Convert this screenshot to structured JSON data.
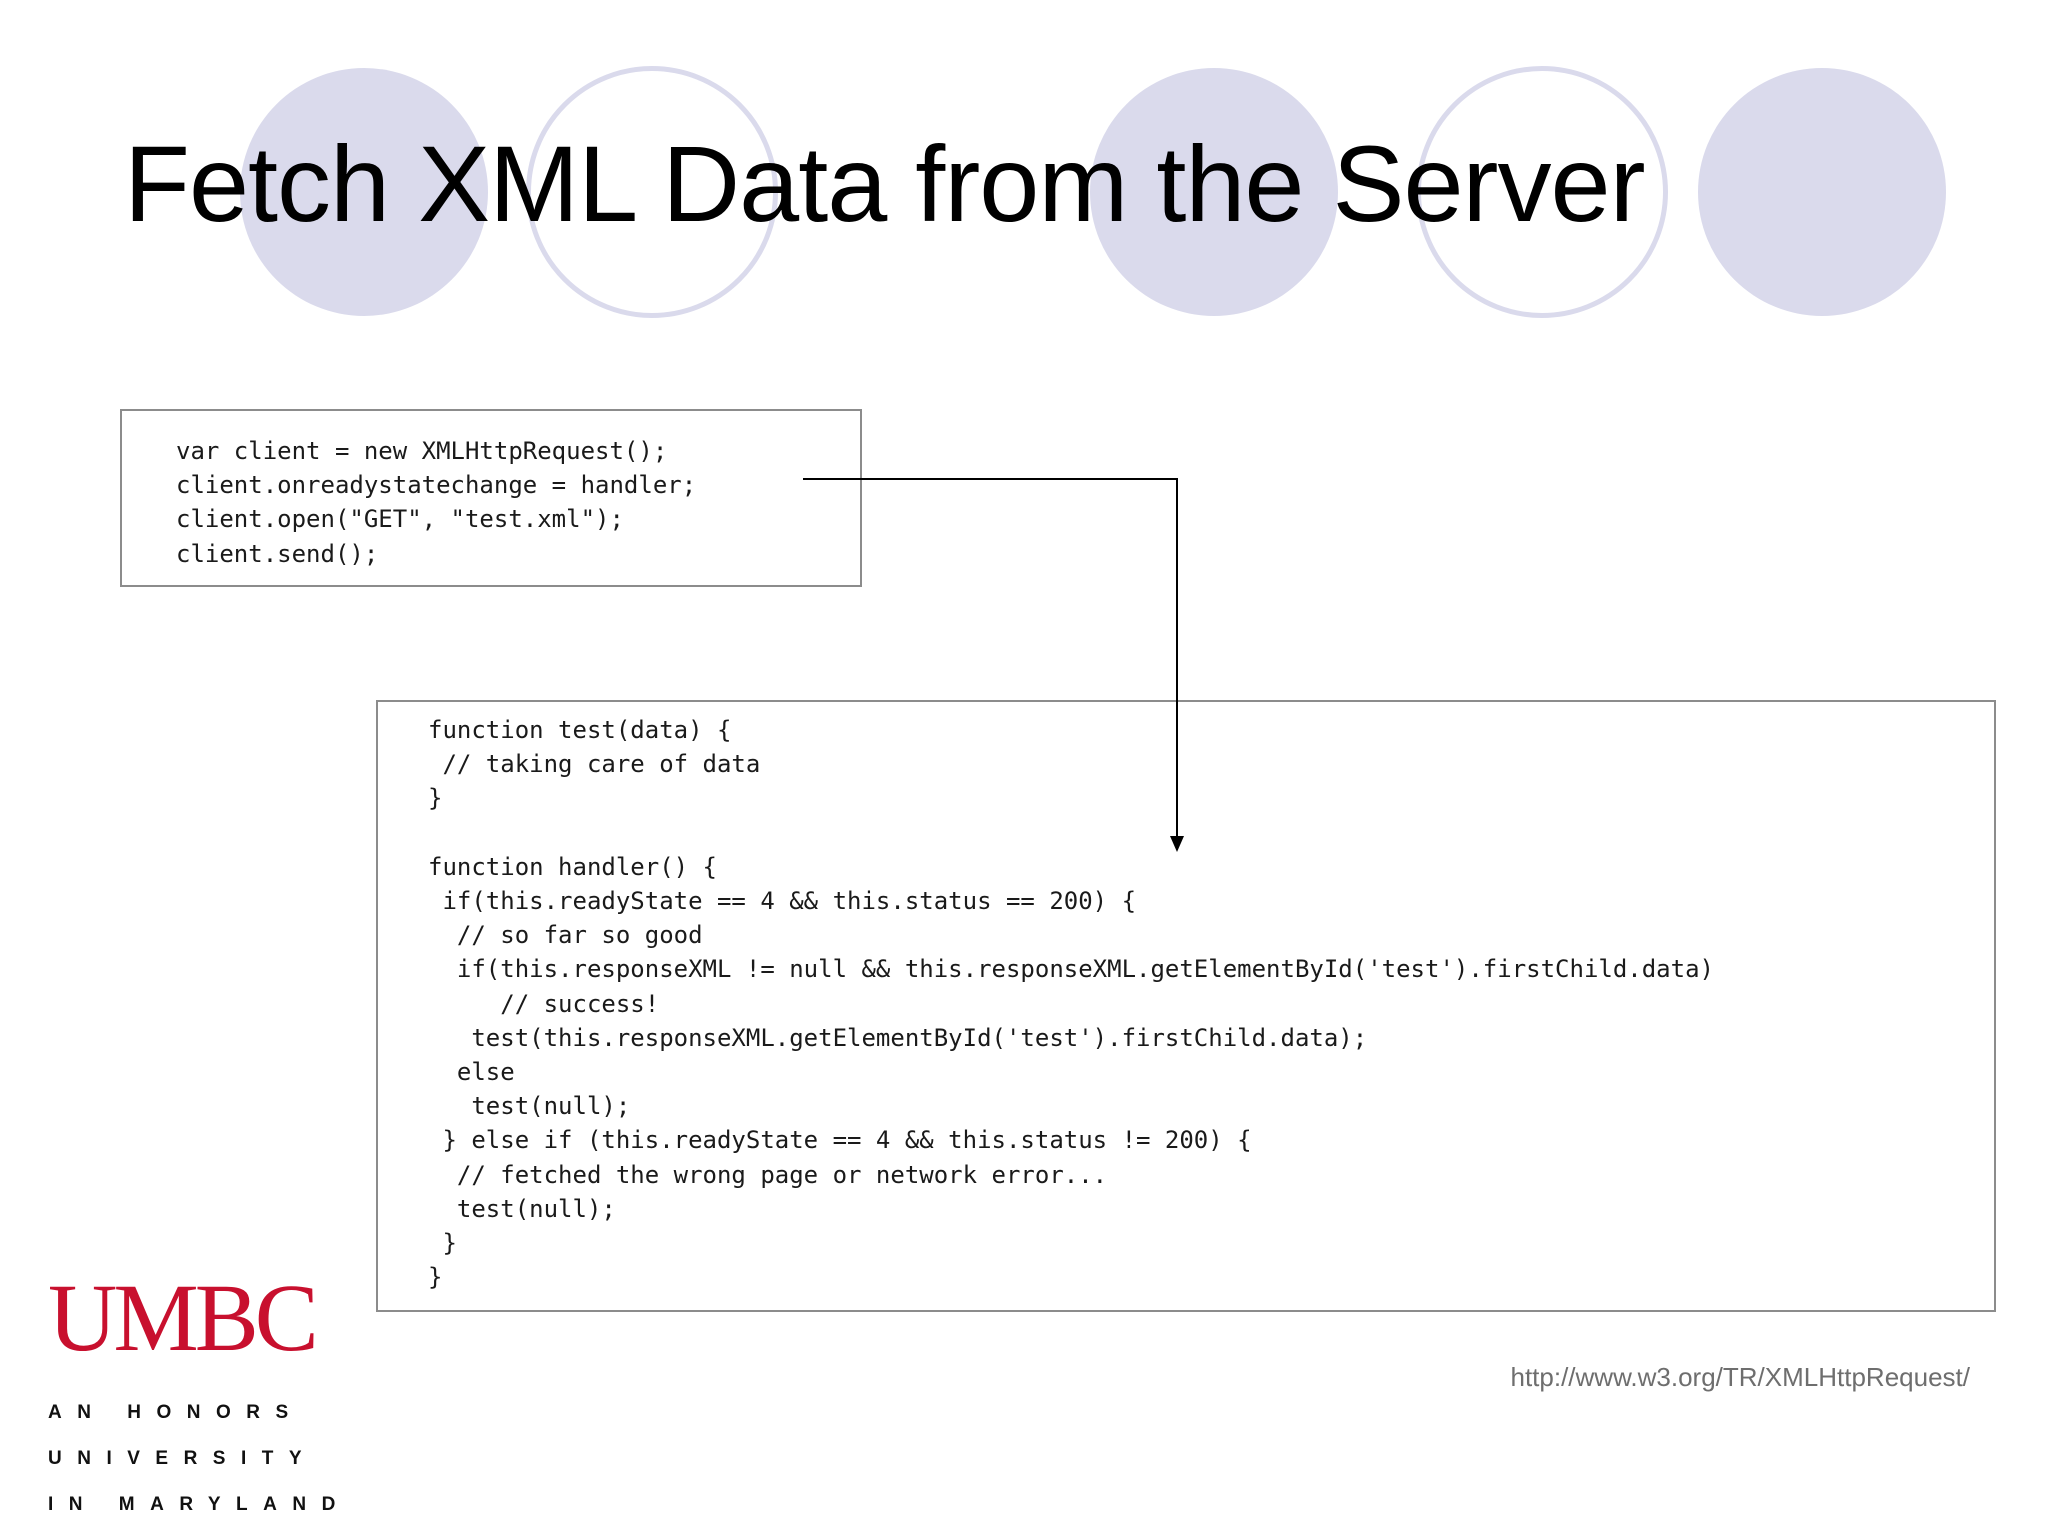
{
  "slide": {
    "title": "Fetch XML Data from the Server"
  },
  "code_box_1": {
    "code": "var client = new XMLHttpRequest();\nclient.onreadystatechange = handler;\nclient.open(\"GET\", \"test.xml\");\nclient.send();"
  },
  "code_box_2": {
    "code": "function test(data) {\n // taking care of data\n}\n\nfunction handler() {\n if(this.readyState == 4 && this.status == 200) {\n  // so far so good\n  if(this.responseXML != null && this.responseXML.getElementById('test').firstChild.data)\n     // success!\n   test(this.responseXML.getElementById('test').firstChild.data);\n  else\n   test(null);\n } else if (this.readyState == 4 && this.status != 200) {\n  // fetched the wrong page or network error...\n  test(null);\n }\n}"
  },
  "logo": {
    "name": "UMBC",
    "tagline": [
      "AN HONORS",
      "UNIVERSITY",
      "IN MARYLAND"
    ]
  },
  "source": {
    "url": "http://www.w3.org/TR/XMLHttpRequest/"
  },
  "colors": {
    "circle": "#dadaec",
    "logo_red": "#c8102e",
    "source_text": "#6e6e6e",
    "box_border": "#8c8c8c"
  }
}
